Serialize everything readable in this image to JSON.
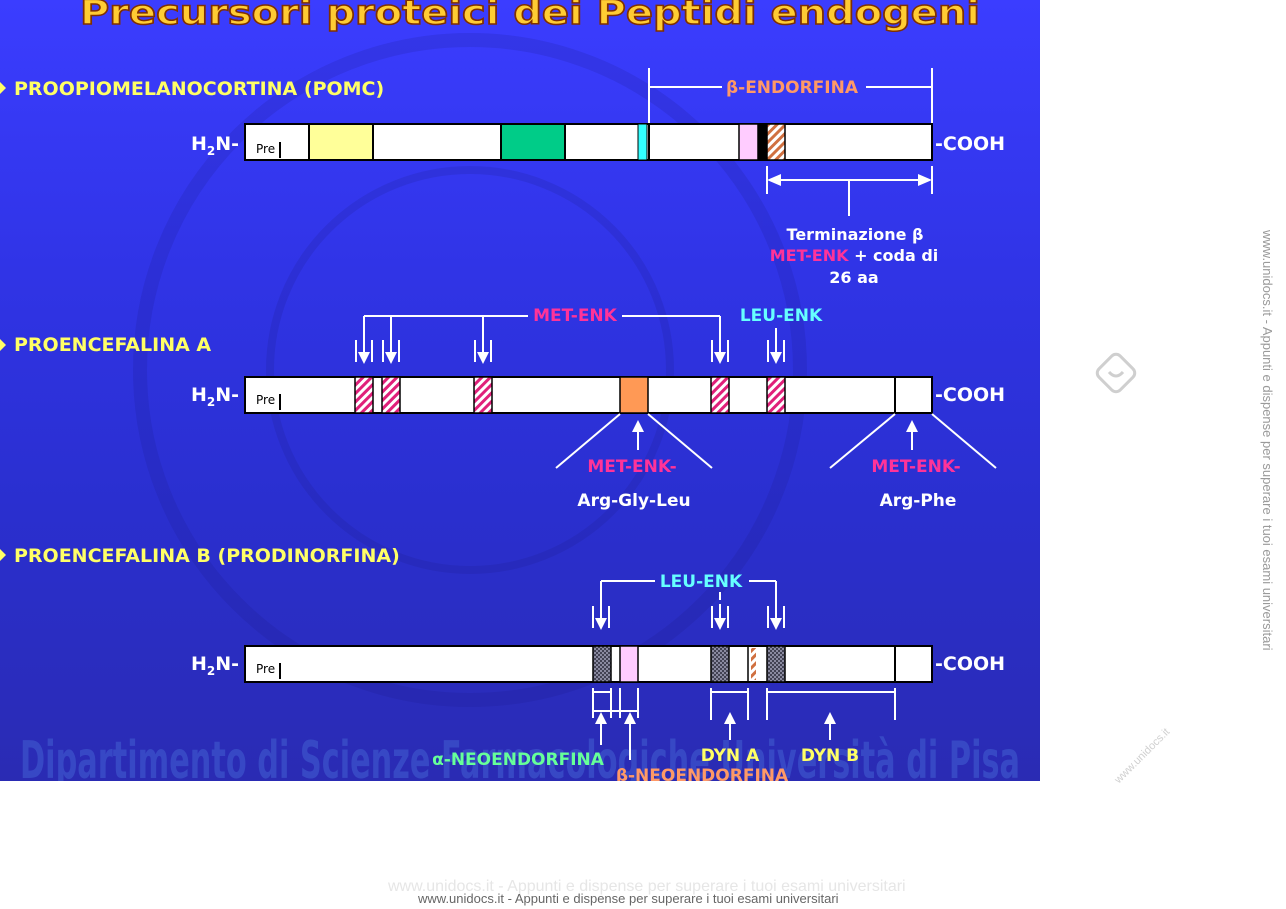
{
  "title": "Precursori proteici dei Peptidi endogeni",
  "footer_banner": "Dipartimento di Scienze Farmacologiche Università di Pisa",
  "common": {
    "h2n": "H",
    "h2n_sub": "2",
    "h2n_end": "N-",
    "cooh": "-COOH",
    "pre": "Pre"
  },
  "pomc": {
    "heading": "PROOPIOMELANOCORTINA (POMC)",
    "beta_endorfina": "β-ENDORFINA",
    "term_line1": "Terminazione β",
    "term_met": "MET-ENK",
    "term_rest": " + coda di",
    "term_line3": "26 aa"
  },
  "penk_a": {
    "heading": "PROENCEFALINA A",
    "met_enk": "MET-ENK",
    "leu_enk": "LEU-ENK",
    "left_label1": "MET-ENK-",
    "left_label2": "Arg-Gly-Leu",
    "right_label1": "MET-ENK-",
    "right_label2": "Arg-Phe"
  },
  "penk_b": {
    "heading": "PROENCEFALINA B (PRODINORFINA)",
    "leu_enk": "LEU-ENK",
    "alpha_neo": "α-NEOENDORFINA",
    "beta_neo": "β-NEOENDORFINA",
    "dyn_a": "DYN A",
    "dyn_b": "DYN B"
  },
  "watermarks": {
    "side": "www.unidocs.it - Appunti e dispense per superare i tuoi esami universitari",
    "side_small": "www.unidocs.it",
    "bottom_faded": "www.unidocs.it    - Appunti e dispense per superare i tuoi esami universitari",
    "bottom": "www.unidocs.it - Appunti e dispense per superare i tuoi esami universitari"
  },
  "colors": {
    "background": "#3034e6",
    "heading": "#ffff66",
    "title": "#ffcc33",
    "white": "#ffffff",
    "met_enk": "#ff3399",
    "leu_enk": "#66ffff",
    "beta_endorfina": "#ff9966",
    "neoendorfina": "#66ff99",
    "dyn": "#ffff66",
    "yellow_seg": "#ffff99",
    "green_seg": "#00cc88",
    "cyan_seg": "#33ffff",
    "pink_seg": "#ffccff",
    "orange_seg": "#ff9955"
  }
}
